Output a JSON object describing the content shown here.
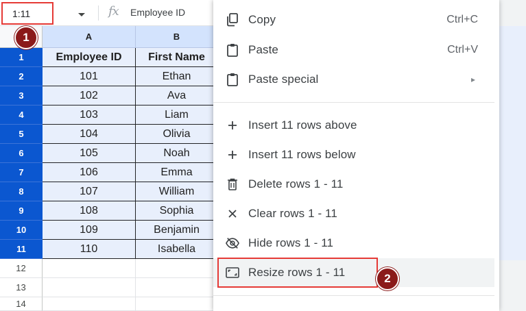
{
  "formula_bar": {
    "name_box": "1:11",
    "fx": "fx",
    "content": "Employee ID"
  },
  "grid": {
    "columns": [
      "A",
      "B"
    ],
    "rows": [
      {
        "num": "1",
        "selected": true,
        "a": "Employee ID",
        "b": "First Name"
      },
      {
        "num": "2",
        "selected": true,
        "a": "101",
        "b": "Ethan"
      },
      {
        "num": "3",
        "selected": true,
        "a": "102",
        "b": "Ava"
      },
      {
        "num": "4",
        "selected": true,
        "a": "103",
        "b": "Liam"
      },
      {
        "num": "5",
        "selected": true,
        "a": "104",
        "b": "Olivia"
      },
      {
        "num": "6",
        "selected": true,
        "a": "105",
        "b": "Noah"
      },
      {
        "num": "7",
        "selected": true,
        "a": "106",
        "b": "Emma"
      },
      {
        "num": "8",
        "selected": true,
        "a": "107",
        "b": "William"
      },
      {
        "num": "9",
        "selected": true,
        "a": "108",
        "b": "Sophia"
      },
      {
        "num": "10",
        "selected": true,
        "a": "109",
        "b": "Benjamin"
      },
      {
        "num": "11",
        "selected": true,
        "a": "110",
        "b": "Isabella"
      },
      {
        "num": "12",
        "selected": false,
        "a": "",
        "b": ""
      },
      {
        "num": "13",
        "selected": false,
        "a": "",
        "b": ""
      },
      {
        "num": "14",
        "selected": false,
        "a": "",
        "b": ""
      }
    ]
  },
  "context_menu": {
    "items": [
      {
        "icon": "copy-icon",
        "label": "Copy",
        "shortcut": "Ctrl+C"
      },
      {
        "icon": "paste-icon",
        "label": "Paste",
        "shortcut": "Ctrl+V"
      },
      {
        "icon": "paste-special-icon",
        "label": "Paste special",
        "shortcut": "▸"
      },
      {
        "icon": "plus-icon",
        "label": "Insert 11 rows above",
        "shortcut": ""
      },
      {
        "icon": "plus-icon",
        "label": "Insert 11 rows below",
        "shortcut": ""
      },
      {
        "icon": "trash-icon",
        "label": "Delete rows 1 - 11",
        "shortcut": ""
      },
      {
        "icon": "close-icon",
        "label": "Clear rows 1 - 11",
        "shortcut": ""
      },
      {
        "icon": "eye-off-icon",
        "label": "Hide rows 1 - 11",
        "shortcut": ""
      },
      {
        "icon": "resize-icon",
        "label": "Resize rows 1 - 11",
        "shortcut": ""
      }
    ]
  },
  "callouts": {
    "step1": "1",
    "step2": "2"
  },
  "colors": {
    "selection_header": "#0b57d0",
    "column_header": "#d3e3fd",
    "cell_selected": "#e8effc",
    "callout_border": "#e53935",
    "badge": "#8b1a1a"
  }
}
